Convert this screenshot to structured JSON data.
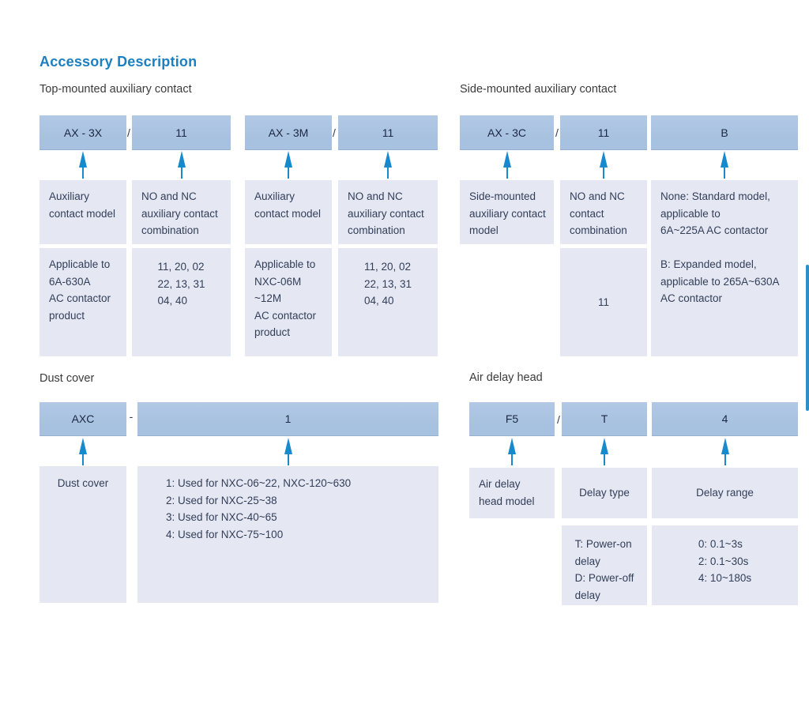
{
  "page_title": "Accessory Description",
  "colors": {
    "title": "#1c7fc0",
    "header_box": "#a7c1e0",
    "desc_box": "#e5e8f3",
    "arrow": "#1789cd",
    "scroll_indicator": "#2b90c8"
  },
  "sections": {
    "top_mounted": {
      "heading": "Top-mounted auxiliary contact",
      "codes": [
        "AX - 3X",
        "11",
        "AX - 3M",
        "11"
      ],
      "separators": [
        "/",
        "/"
      ],
      "row1": [
        "Auxiliary\ncontact  model",
        "NO and NC\nauxiliary contact\ncombination",
        "Auxiliary\ncontact model",
        "NO and NC\nauxiliary contact\ncombination"
      ],
      "row2": [
        "Applicable to\n6A-630A\nAC contactor\nproduct",
        "11, 20, 02\n22, 13, 31\n04, 40",
        "Applicable to\nNXC-06M ~12M\nAC contactor\nproduct",
        "11, 20, 02\n22, 13, 31\n04, 40"
      ]
    },
    "side_mounted": {
      "heading": "Side-mounted auxiliary contact",
      "codes": [
        "AX - 3C",
        "11",
        "B"
      ],
      "separator": "/",
      "row1": [
        "Side-mounted\nauxiliary contact\nmodel",
        "NO and NC\ncontact\ncombination"
      ],
      "row2_code": "11",
      "model_notes": "None: Standard model,\napplicable to\n6A~225A AC contactor\n\nB: Expanded model,\napplicable to 265A~630A\nAC contactor"
    },
    "dust_cover": {
      "heading": "Dust cover",
      "codes": [
        "AXC",
        "1"
      ],
      "separator": "-",
      "row1": [
        "Dust cover",
        "1: Used for NXC-06~22, NXC-120~630\n2: Used for NXC-25~38\n3: Used for NXC-40~65\n4: Used for NXC-75~100"
      ]
    },
    "air_delay": {
      "heading": "Air delay head",
      "codes": [
        "F5",
        "T",
        "4"
      ],
      "separator": "/",
      "row1": [
        "Air delay\nhead model",
        "Delay type",
        "Delay range"
      ],
      "row2": [
        "T: Power-on\ndelay\nD: Power-off\ndelay",
        "0: 0.1~3s\n2: 0.1~30s\n4: 10~180s"
      ]
    }
  }
}
